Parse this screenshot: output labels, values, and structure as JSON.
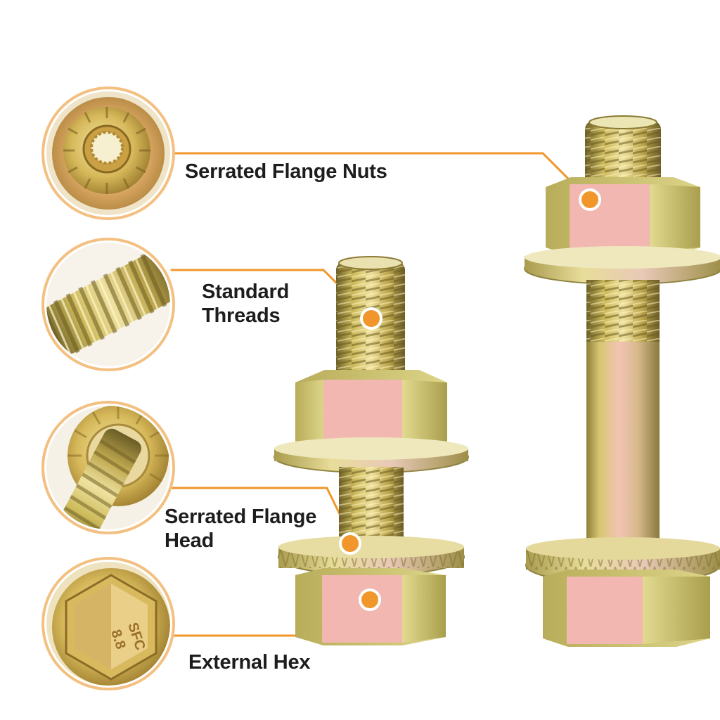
{
  "labels": {
    "serrated_flange_nuts": "Serrated Flange Nuts",
    "standard_threads": [
      "Standard",
      "Threads"
    ],
    "serrated_flange_head": [
      "Serrated Flange",
      "Head"
    ],
    "external_hex": "External Hex"
  },
  "hex_head_marking": [
    "SFC",
    "8.8"
  ],
  "colors": {
    "accent": "#f0962a",
    "callout_ring": "#f3c081",
    "zinc_yellow": "#d9c66a",
    "zinc_pink": "#f2b7b0",
    "text": "#1d1d1d"
  },
  "icons": {
    "detail_1": "flange-nut-closeup-icon",
    "detail_2": "thread-closeup-icon",
    "detail_3": "flange-head-closeup-icon",
    "detail_4": "hex-head-closeup-icon"
  }
}
